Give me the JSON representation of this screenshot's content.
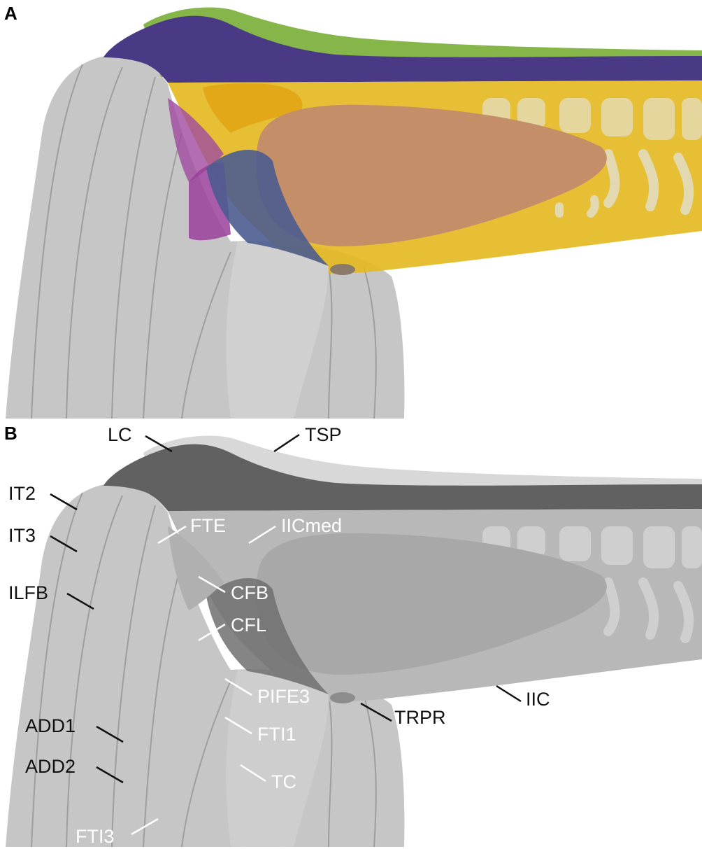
{
  "panels": {
    "a": {
      "label": "A"
    },
    "b": {
      "label": "B"
    }
  },
  "labels": {
    "lc": "LC",
    "tsp": "TSP",
    "it2": "IT2",
    "it3": "IT3",
    "ilfb": "ILFB",
    "fte": "FTE",
    "iicmed": "IICmed",
    "cfb": "CFB",
    "cfl": "CFL",
    "pife3": "PIFE3",
    "fti1": "FTI1",
    "tc": "TC",
    "trpr": "TRPR",
    "iic": "IIC",
    "add1": "ADD1",
    "add2": "ADD2",
    "fti3": "FTI3"
  },
  "colors": {
    "muscle_grey": "#c6c6c6",
    "muscle_grey_shadow": "#a9a9a9",
    "lc_purple": "#4a3a86",
    "tsp_green": "#86b54a",
    "iic_yellow": "#e3b81e",
    "iicmed_gold": "#e3a817",
    "orange_muscle": "#c48e68",
    "cfb_magenta": "#a04aa0",
    "cfl_blue": "#4d5c90",
    "vertebrae": "#e3d9b0",
    "lc_dark_grey": "#616161"
  }
}
